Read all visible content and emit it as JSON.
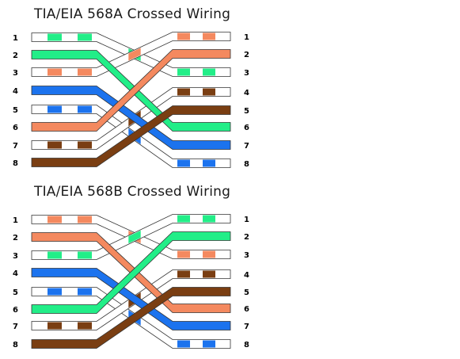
{
  "diagrams": [
    {
      "title": "TIA/EIA 568A Crossed Wiring",
      "left_pins": [
        "1",
        "2",
        "3",
        "4",
        "5",
        "6",
        "7",
        "8"
      ],
      "right_pins": [
        "1",
        "2",
        "3",
        "4",
        "5",
        "6",
        "7",
        "8"
      ],
      "left_wires": [
        "white-green",
        "green",
        "white-orange",
        "blue",
        "white-blue",
        "orange",
        "white-brown",
        "brown"
      ],
      "right_wires": [
        "white-orange",
        "orange",
        "white-green",
        "white-brown",
        "brown",
        "green",
        "blue",
        "white-blue"
      ]
    },
    {
      "title": "TIA/EIA 568B Crossed Wiring",
      "left_pins": [
        "1",
        "2",
        "3",
        "4",
        "5",
        "6",
        "7",
        "8"
      ],
      "right_pins": [
        "1",
        "2",
        "3",
        "4",
        "5",
        "6",
        "7",
        "8"
      ],
      "left_wires": [
        "white-orange",
        "orange",
        "white-green",
        "blue",
        "white-blue",
        "green",
        "white-brown",
        "brown"
      ],
      "right_wires": [
        "white-green",
        "green",
        "white-orange",
        "white-brown",
        "brown",
        "orange",
        "blue",
        "white-blue"
      ]
    }
  ],
  "colors": {
    "green": "#22ee88",
    "orange": "#f4895f",
    "blue": "#1c73ee",
    "brown": "#7a3e12",
    "white": "#ffffff",
    "outline": "#333333"
  }
}
